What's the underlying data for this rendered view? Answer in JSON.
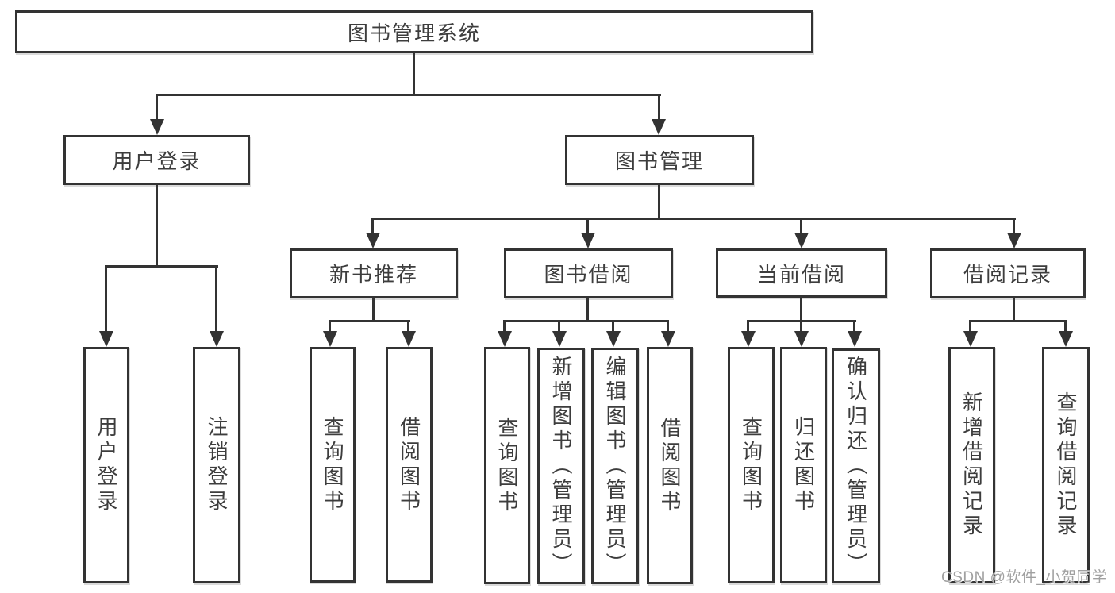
{
  "diagram": {
    "type": "hierarchy-tree",
    "colors": {
      "line": "#333333",
      "text": "#3d3d3d",
      "background": "#ffffff"
    },
    "watermark": "CSDN @软件_小贺同学",
    "nodes": {
      "root": {
        "label": "图书管理系统"
      },
      "level2": [
        {
          "label": "用户登录",
          "parent": "图书管理系统"
        },
        {
          "label": "图书管理",
          "parent": "图书管理系统"
        }
      ],
      "level3": [
        {
          "label": "新书推荐",
          "parent": "图书管理"
        },
        {
          "label": "图书借阅",
          "parent": "图书管理"
        },
        {
          "label": "当前借阅",
          "parent": "图书管理"
        },
        {
          "label": "借阅记录",
          "parent": "图书管理"
        }
      ],
      "leaves": [
        {
          "label": "用户登录",
          "parent": "用户登录"
        },
        {
          "label": "注销登录",
          "parent": "用户登录"
        },
        {
          "label": "查询图书",
          "parent": "新书推荐"
        },
        {
          "label": "借阅图书",
          "parent": "新书推荐"
        },
        {
          "label": "查询图书",
          "parent": "图书借阅"
        },
        {
          "label": "新增图书（管理员）",
          "parent": "图书借阅"
        },
        {
          "label": "编辑图书（管理员）",
          "parent": "图书借阅"
        },
        {
          "label": "借阅图书",
          "parent": "图书借阅"
        },
        {
          "label": "查询图书",
          "parent": "当前借阅"
        },
        {
          "label": "归还图书",
          "parent": "当前借阅"
        },
        {
          "label": "确认归还（管理员）",
          "parent": "当前借阅"
        },
        {
          "label": "新增借阅记录",
          "parent": "借阅记录"
        },
        {
          "label": "查询借阅记录",
          "parent": "借阅记录"
        }
      ]
    }
  }
}
